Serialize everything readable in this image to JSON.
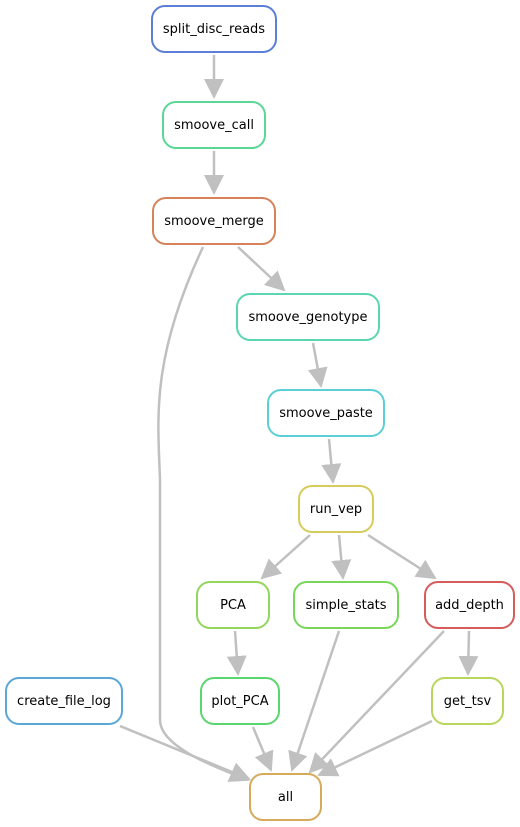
{
  "nodes": [
    {
      "id": "split_disc_reads",
      "label": "split_disc_reads",
      "color": "#5b7fd6"
    },
    {
      "id": "smoove_call",
      "label": "smoove_call",
      "color": "#5ad696"
    },
    {
      "id": "smoove_merge",
      "label": "smoove_merge",
      "color": "#d6825b"
    },
    {
      "id": "smoove_genotype",
      "label": "smoove_genotype",
      "color": "#5ad6b0"
    },
    {
      "id": "smoove_paste",
      "label": "smoove_paste",
      "color": "#5ad0d6"
    },
    {
      "id": "run_vep",
      "label": "run_vep",
      "color": "#d6cc5b"
    },
    {
      "id": "PCA",
      "label": "PCA",
      "color": "#92d65b"
    },
    {
      "id": "simple_stats",
      "label": "simple_stats",
      "color": "#78d65b"
    },
    {
      "id": "add_depth",
      "label": "add_depth",
      "color": "#d65b5b"
    },
    {
      "id": "create_file_log",
      "label": "create_file_log",
      "color": "#5ba8d6"
    },
    {
      "id": "plot_PCA",
      "label": "plot_PCA",
      "color": "#5bd66e"
    },
    {
      "id": "get_tsv",
      "label": "get_tsv",
      "color": "#b8d65b"
    },
    {
      "id": "all",
      "label": "all",
      "color": "#d6aa5b"
    }
  ],
  "edges": [
    {
      "from": "split_disc_reads",
      "to": "smoove_call"
    },
    {
      "from": "smoove_call",
      "to": "smoove_merge"
    },
    {
      "from": "smoove_merge",
      "to": "smoove_genotype"
    },
    {
      "from": "smoove_merge",
      "to": "all"
    },
    {
      "from": "smoove_genotype",
      "to": "smoove_paste"
    },
    {
      "from": "smoove_paste",
      "to": "run_vep"
    },
    {
      "from": "run_vep",
      "to": "PCA"
    },
    {
      "from": "run_vep",
      "to": "simple_stats"
    },
    {
      "from": "run_vep",
      "to": "add_depth"
    },
    {
      "from": "PCA",
      "to": "plot_PCA"
    },
    {
      "from": "add_depth",
      "to": "get_tsv"
    },
    {
      "from": "create_file_log",
      "to": "all"
    },
    {
      "from": "plot_PCA",
      "to": "all"
    },
    {
      "from": "simple_stats",
      "to": "all"
    },
    {
      "from": "add_depth",
      "to": "all"
    },
    {
      "from": "get_tsv",
      "to": "all"
    }
  ]
}
